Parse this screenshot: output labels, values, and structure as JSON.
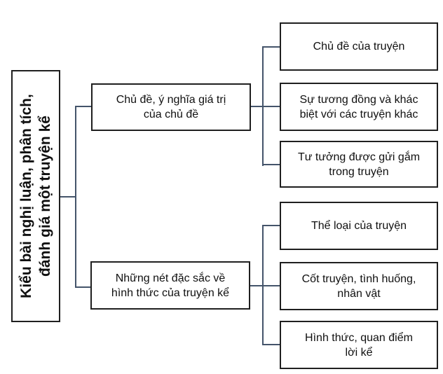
{
  "diagram": {
    "root": {
      "label": "Kiểu bài nghị luận, phân tích, đánh giá một truyện kể",
      "lines": [
        "Kiểu bài nghị luận, phân tích,",
        "đánh giá một truyện kể"
      ]
    },
    "branches": [
      {
        "label": "Chủ đề, ý nghĩa giá trị của chủ đề",
        "lines": [
          "Chủ đề, ý nghĩa giá trị",
          "của chủ đề"
        ],
        "children": [
          {
            "label": "Chủ đề của truyện",
            "lines": [
              "Chủ đề của truyện"
            ]
          },
          {
            "label": "Sự tương đồng và khác biệt với các truyện khác",
            "lines": [
              "Sự tương đồng và khác",
              "biệt với các truyện khác"
            ]
          },
          {
            "label": "Tư tưởng được gửi gắm trong truyện",
            "lines": [
              "Tư tưởng được gửi gắm",
              "trong truyện"
            ]
          }
        ]
      },
      {
        "label": "Những nét đặc sắc về hình thức của truyện kể",
        "lines": [
          "Những nét đặc sắc về",
          "hình thức của truyện kể"
        ],
        "children": [
          {
            "label": "Thể loại của truyện",
            "lines": [
              "Thể loại của truyện"
            ]
          },
          {
            "label": "Cốt truyện, tình huống, nhân vật",
            "lines": [
              "Cốt truyện, tình huống,",
              "nhân vật"
            ]
          },
          {
            "label": "Hình thức, quan điểm lời kể",
            "lines": [
              "Hình thức, quan điểm",
              "lời kể"
            ]
          }
        ]
      }
    ]
  },
  "colors": {
    "background": "#ffffff",
    "box_border": "#1f1f1f",
    "connector": "#44546A",
    "text": "#101010"
  }
}
